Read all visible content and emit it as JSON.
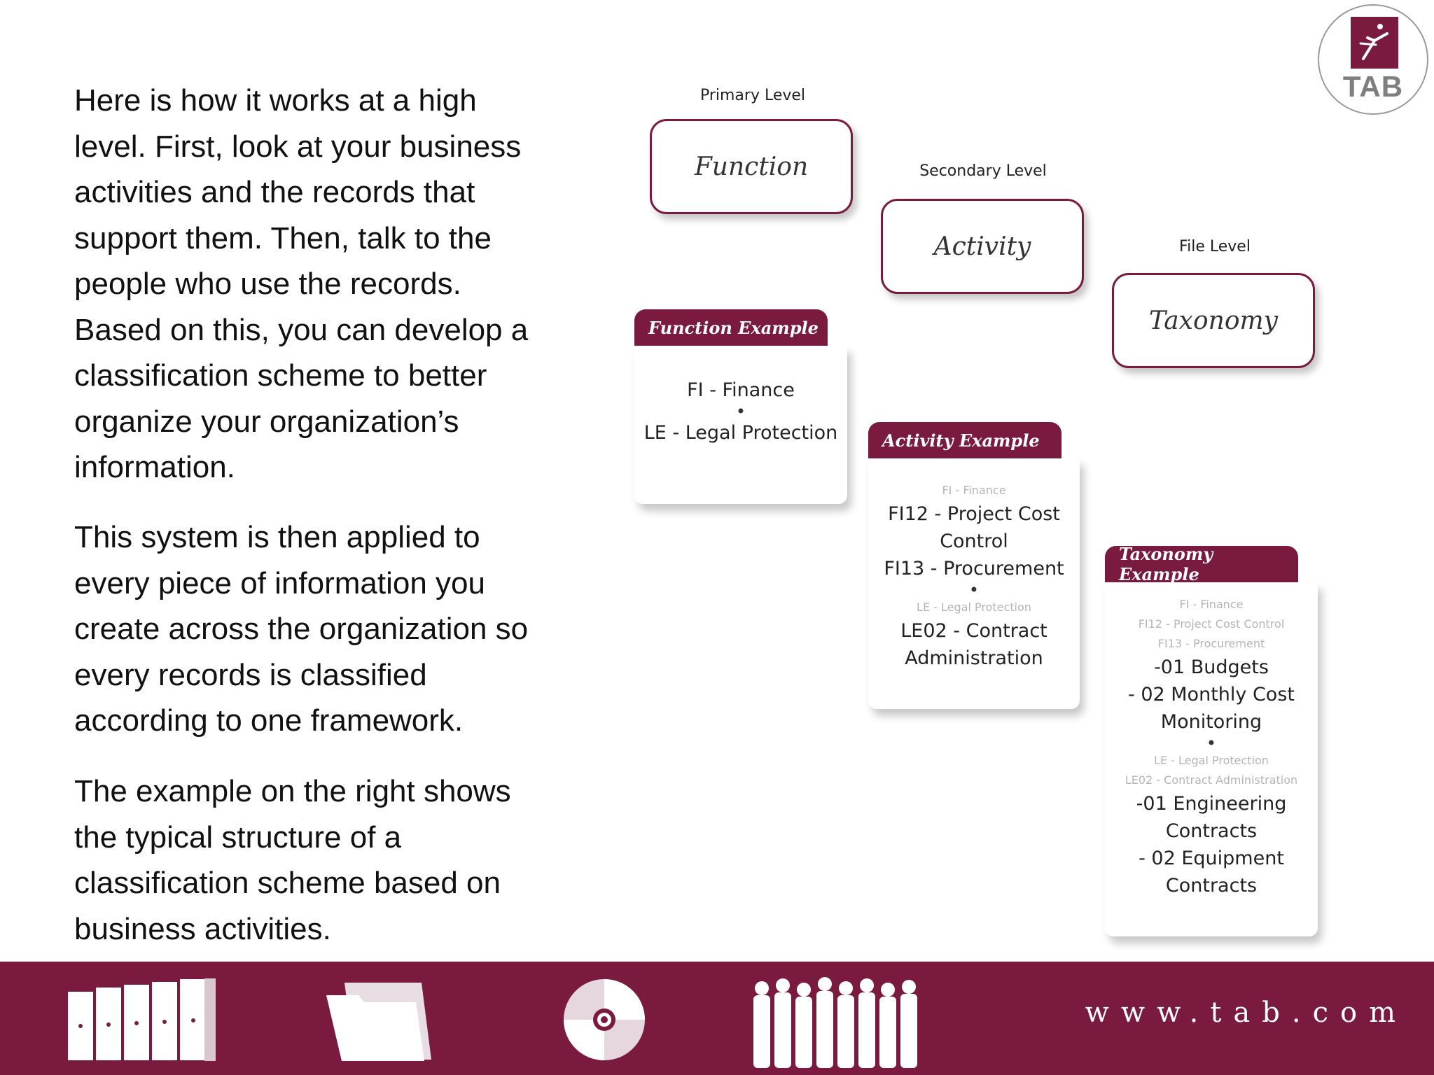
{
  "left_text": {
    "paragraph_1": "Here is how it works at a high level.  First, look at your business activities and the records that support them. Then, talk to the people who use the records. Based on this, you can develop a classification scheme to better organize your organization’s information.",
    "paragraph_2": "This system is then applied to every piece of information you create across the organization so every records is classified according to one framework.",
    "paragraph_3": "The example on the right shows the typical structure of a classification scheme based on business activities."
  },
  "logo": {
    "text": "TAB",
    "color": "#7a1a3e"
  },
  "levels": {
    "primary": {
      "label": "Primary Level",
      "box": "Function"
    },
    "secondary": {
      "label": "Secondary Level",
      "box": "Activity"
    },
    "file": {
      "label": "File Level",
      "box": "Taxonomy"
    }
  },
  "function_example": {
    "title": "Function Example",
    "line_1": "FI - Finance",
    "bullet": "•",
    "line_2": "LE - Legal Protection"
  },
  "activity_example": {
    "title": "Activity Example",
    "faint_1": "FI - Finance",
    "line_1": "FI12 - Project Cost",
    "line_2": "Control",
    "line_3": "FI13 - Procurement",
    "bullet": "•",
    "faint_2": "LE - Legal Protection",
    "line_4": "LE02 - Contract",
    "line_5": "Administration"
  },
  "taxonomy_example": {
    "title": "Taxonomy Example",
    "faint_1": "FI - Finance",
    "faint_2": "FI12 - Project Cost Control",
    "faint_3": "FI13 - Procurement",
    "line_1": "-01 Budgets",
    "line_2": "- 02 Monthly Cost",
    "line_3": "Monitoring",
    "bullet": "•",
    "faint_4": "LE - Legal Protection",
    "faint_5": "LE02 - Contract Administration",
    "line_4": "-01 Engineering",
    "line_5": "Contracts",
    "line_6": "- 02 Equipment",
    "line_7": "Contracts"
  },
  "footer": {
    "url": "www.tab.com",
    "background_color": "#7a1a3e",
    "icons": [
      "filing-shelves-icon",
      "folder-icon",
      "cd-icon",
      "people-icon"
    ]
  }
}
